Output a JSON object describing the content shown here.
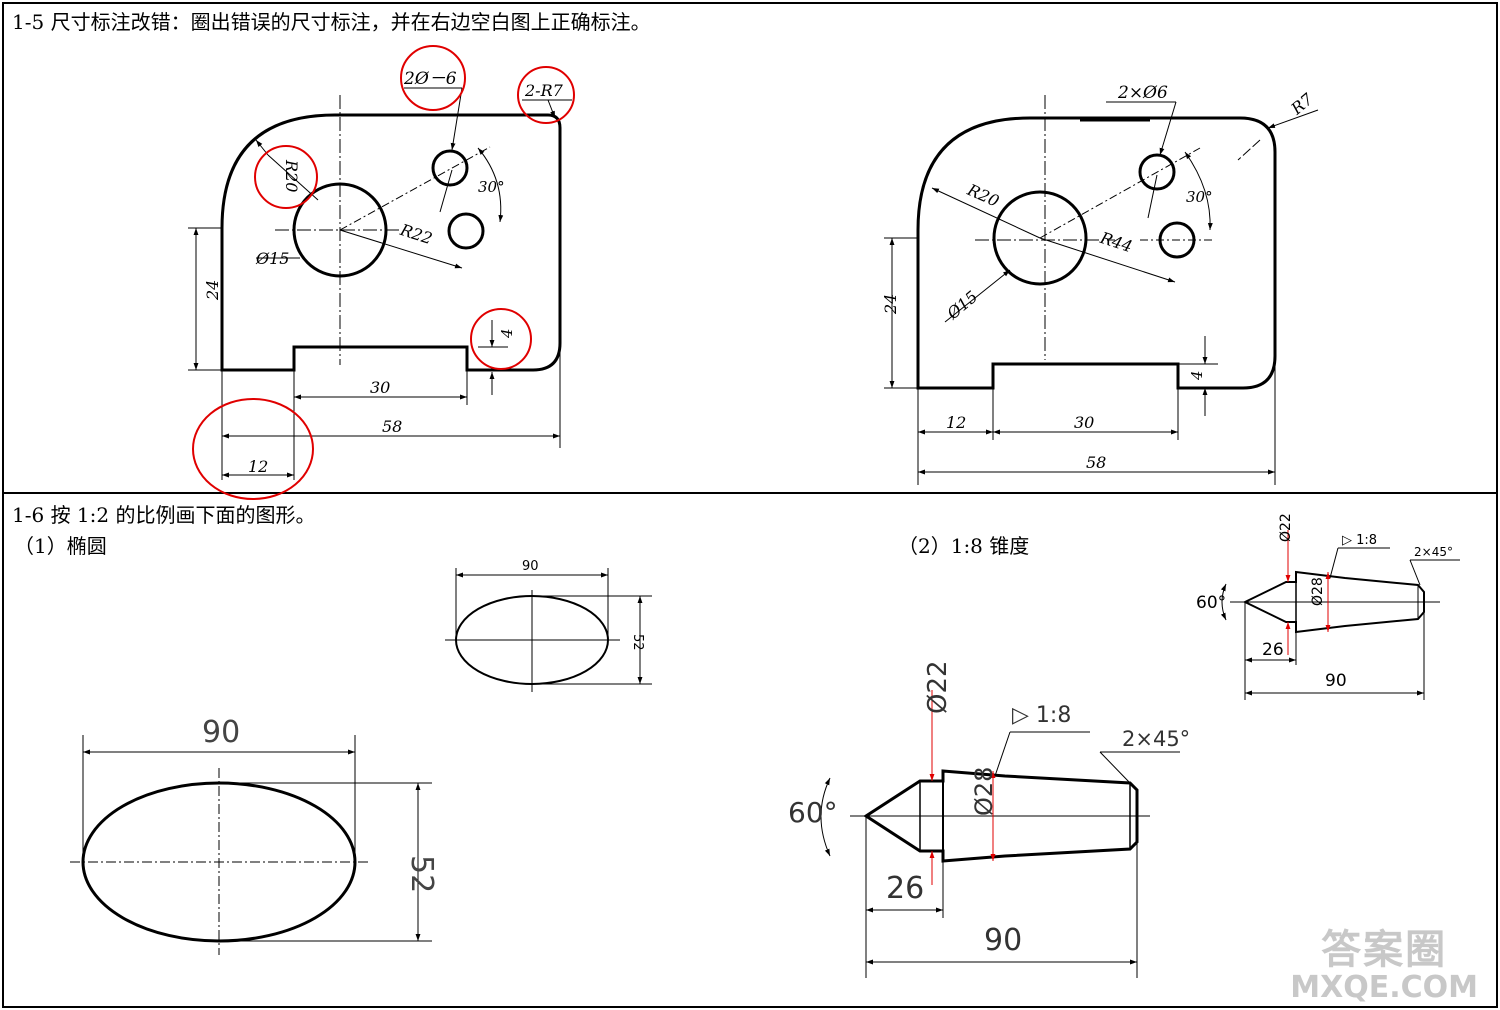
{
  "section_1_5": {
    "title": "1-5 尺寸标注改错：圈出错误的尺寸标注，并在右边空白图上正确标注。",
    "wrong_drawing": {
      "labels": {
        "holes": "2Ø－6",
        "corner_radius": "2-R7",
        "arc_radius": "R20",
        "angle": "30°",
        "bolt_radius": "R22",
        "center_hole": "Ø15",
        "height": "24",
        "step": "4",
        "slot_width": "30",
        "total_width": "58",
        "left_step": "12"
      }
    },
    "correct_drawing": {
      "labels": {
        "holes": "2×Ø6",
        "corner_radius": "R7",
        "arc_radius": "R20",
        "angle": "30°",
        "bolt_radius": "R44",
        "center_hole": "Ø15",
        "height": "24",
        "step": "4",
        "left_step": "12",
        "slot_width": "30",
        "total_width": "58"
      }
    }
  },
  "section_1_6": {
    "title": "1-6 按 1:2 的比例画下面的图形。",
    "part1_label": "（1）椭圆",
    "part2_label": "（2）1:8 锥度",
    "ellipse_reference": {
      "width": "90",
      "height": "52"
    },
    "ellipse_answer": {
      "width": "90",
      "height": "52"
    },
    "taper_reference": {
      "d1": "Ø22",
      "d2": "Ø28",
      "taper": "1:8",
      "chamfer": "2×45°",
      "angle": "60°",
      "len1": "26",
      "total": "90"
    },
    "taper_answer": {
      "d1": "Ø22",
      "d2": "Ø28",
      "taper": "1:8",
      "chamfer": "2×45°",
      "angle": "60°",
      "len1": "26",
      "total": "90"
    }
  },
  "watermark": {
    "line1": "答案圈",
    "line2": "MXQE.COM"
  }
}
